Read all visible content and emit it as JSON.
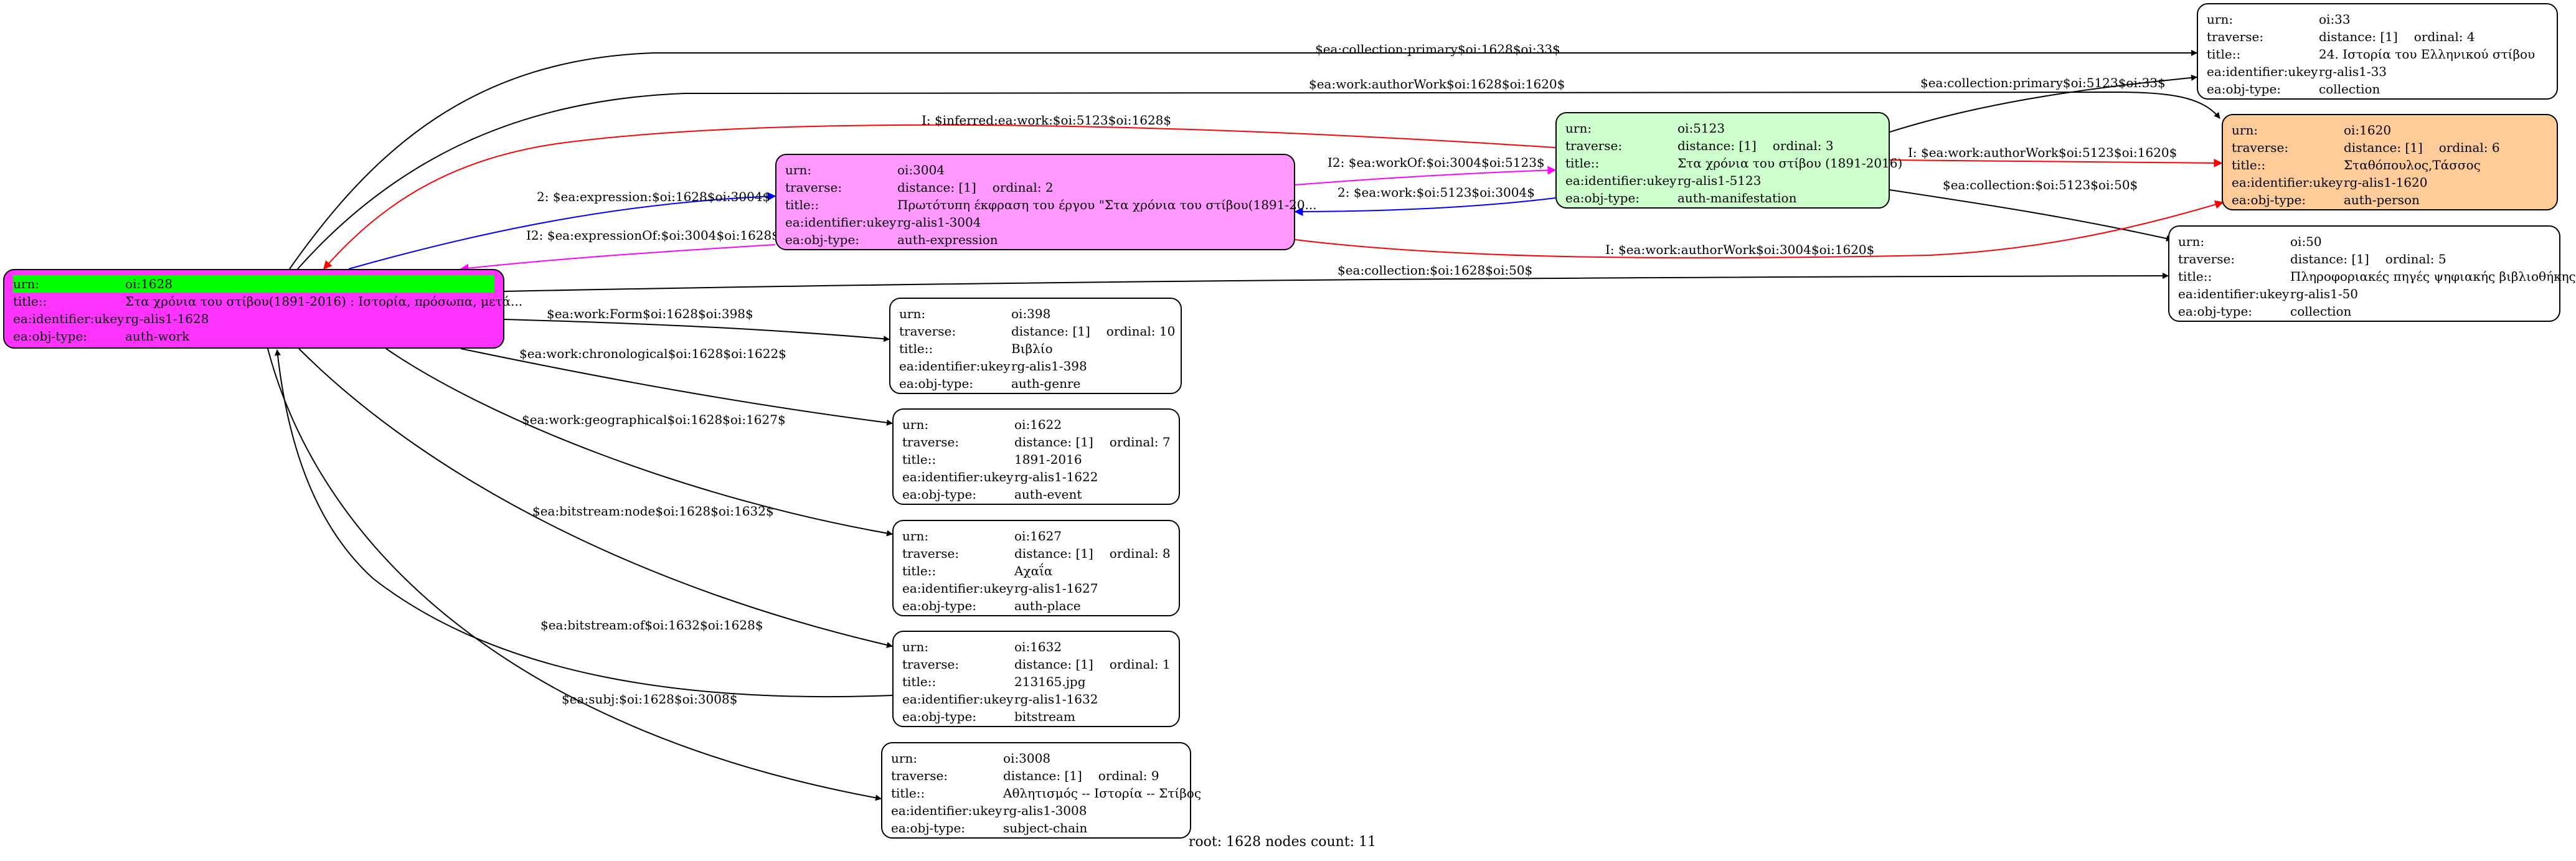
{
  "colors": {
    "root_fill": "#ff33ff",
    "root_highlight": "#00ff00",
    "expression_fill": "#ff99ff",
    "manifestation_fill": "#ccffcc",
    "person_fill": "#ffcc99",
    "default_fill": "#ffffff",
    "edge_black": "#000000",
    "edge_red": "#ff0000",
    "edge_blue": "#0000ff",
    "edge_magenta": "#ff00ff"
  },
  "nodes": {
    "n1628": {
      "urn_key": "urn:",
      "urn": "oi:1628",
      "title_key": "title::",
      "title": "Στα χρόνια του στίβου(1891-2016) : Ιστορία,  πρόσωπα, μετά...",
      "ukey_key": "ea:identifier:ukey",
      "ukey": "rg-alis1-1628",
      "type_key": "ea:obj-type:",
      "type": "auth-work"
    },
    "n3004": {
      "urn_key": "urn:",
      "urn": "oi:3004",
      "traverse_key": "traverse:",
      "traverse": "distance: [1]",
      "ordinal": "ordinal: 2",
      "title_key": "title::",
      "title": "Πρωτότυπη έκφραση του έργου \"Στα χρόνια του στίβου(1891-20...",
      "ukey_key": "ea:identifier:ukey",
      "ukey": "rg-alis1-3004",
      "type_key": "ea:obj-type:",
      "type": "auth-expression"
    },
    "n5123": {
      "urn_key": "urn:",
      "urn": "oi:5123",
      "traverse_key": "traverse:",
      "traverse": "distance: [1]",
      "ordinal": "ordinal: 3",
      "title_key": "title::",
      "title": "Στα χρόνια του στίβου (1891-2016)",
      "ukey_key": "ea:identifier:ukey",
      "ukey": "rg-alis1-5123",
      "type_key": "ea:obj-type:",
      "type": "auth-manifestation"
    },
    "n33": {
      "urn_key": "urn:",
      "urn": "oi:33",
      "traverse_key": "traverse:",
      "traverse": "distance: [1]",
      "ordinal": "ordinal: 4",
      "title_key": "title::",
      "title": "24. Ιστορία του Ελληνικού  στίβου",
      "ukey_key": "ea:identifier:ukey",
      "ukey": "rg-alis1-33",
      "type_key": "ea:obj-type:",
      "type": "collection"
    },
    "n1620": {
      "urn_key": "urn:",
      "urn": "oi:1620",
      "traverse_key": "traverse:",
      "traverse": "distance: [1]",
      "ordinal": "ordinal: 6",
      "title_key": "title::",
      "title": "Σταθόπουλος,Τάσσος",
      "ukey_key": "ea:identifier:ukey",
      "ukey": "rg-alis1-1620",
      "type_key": "ea:obj-type:",
      "type": "auth-person"
    },
    "n50": {
      "urn_key": "urn:",
      "urn": "oi:50",
      "traverse_key": "traverse:",
      "traverse": "distance: [1]",
      "ordinal": "ordinal: 5",
      "title_key": "title::",
      "title": "Πληροφοριακές πηγές ψηφιακής βιβλιοθήκης",
      "ukey_key": "ea:identifier:ukey",
      "ukey": "rg-alis1-50",
      "type_key": "ea:obj-type:",
      "type": "collection"
    },
    "n398": {
      "urn_key": "urn:",
      "urn": "oi:398",
      "traverse_key": "traverse:",
      "traverse": "distance: [1]",
      "ordinal": "ordinal: 10",
      "title_key": "title::",
      "title": "Βιβλίο",
      "ukey_key": "ea:identifier:ukey",
      "ukey": "rg-alis1-398",
      "type_key": "ea:obj-type:",
      "type": "auth-genre"
    },
    "n1622": {
      "urn_key": "urn:",
      "urn": "oi:1622",
      "traverse_key": "traverse:",
      "traverse": "distance: [1]",
      "ordinal": "ordinal: 7",
      "title_key": "title::",
      "title": "1891-2016",
      "ukey_key": "ea:identifier:ukey",
      "ukey": "rg-alis1-1622",
      "type_key": "ea:obj-type:",
      "type": "auth-event"
    },
    "n1627": {
      "urn_key": "urn:",
      "urn": "oi:1627",
      "traverse_key": "traverse:",
      "traverse": "distance: [1]",
      "ordinal": "ordinal: 8",
      "title_key": "title::",
      "title": "Αχαΐα",
      "ukey_key": "ea:identifier:ukey",
      "ukey": "rg-alis1-1627",
      "type_key": "ea:obj-type:",
      "type": "auth-place"
    },
    "n1632": {
      "urn_key": "urn:",
      "urn": "oi:1632",
      "traverse_key": "traverse:",
      "traverse": "distance: [1]",
      "ordinal": "ordinal: 1",
      "title_key": "title::",
      "title": "213165.jpg",
      "ukey_key": "ea:identifier:ukey",
      "ukey": "rg-alis1-1632",
      "type_key": "ea:obj-type:",
      "type": "bitstream"
    },
    "n3008": {
      "urn_key": "urn:",
      "urn": "oi:3008",
      "traverse_key": "traverse:",
      "traverse": "distance: [1]",
      "ordinal": "ordinal: 9",
      "title_key": "title::",
      "title": "Αθλητισμός -- Ιστορία -- Στίβος",
      "ukey_key": "ea:identifier:ukey",
      "ukey": "rg-alis1-3008",
      "type_key": "ea:obj-type:",
      "type": "subject-chain"
    }
  },
  "edges": {
    "e_col_33": "$ea:collection:primary$oi:1628$oi:33$",
    "e_authorwork_1620": "$ea:work:authorWork$oi:1628$oi:1620$",
    "e_inferred": "I: $inferred:ea:work:$oi:5123$oi:1628$",
    "e_col_5123_33": "$ea:collection:primary$oi:5123$oi:33$",
    "e_expression": "2: $ea:expression:$oi:1628$oi:3004$",
    "e_workof": "I2: $ea:workOf:$oi:3004$oi:5123$",
    "e_authorwork_5123": "I: $ea:work:authorWork$oi:5123$oi:1620$",
    "e_work_5123_3004": "2: $ea:work:$oi:5123$oi:3004$",
    "e_col_5123_50": "$ea:collection:$oi:5123$oi:50$",
    "e_expressionof": "I2: $ea:expressionOf:$oi:3004$oi:1628$",
    "e_authorwork_3004": "I: $ea:work:authorWork$oi:3004$oi:1620$",
    "e_col_50": "$ea:collection:$oi:1628$oi:50$",
    "e_form": "$ea:work:Form$oi:1628$oi:398$",
    "e_chrono": "$ea:work:chronological$oi:1628$oi:1622$",
    "e_geo": "$ea:work:geographical$oi:1628$oi:1627$",
    "e_bitnode": "$ea:bitstream:node$oi:1628$oi:1632$",
    "e_bitof": "$ea:bitstream:of$oi:1632$oi:1628$",
    "e_subj": "$ea:subj:$oi:1628$oi:3008$"
  },
  "footer": "root: 1628 nodes count: 11"
}
